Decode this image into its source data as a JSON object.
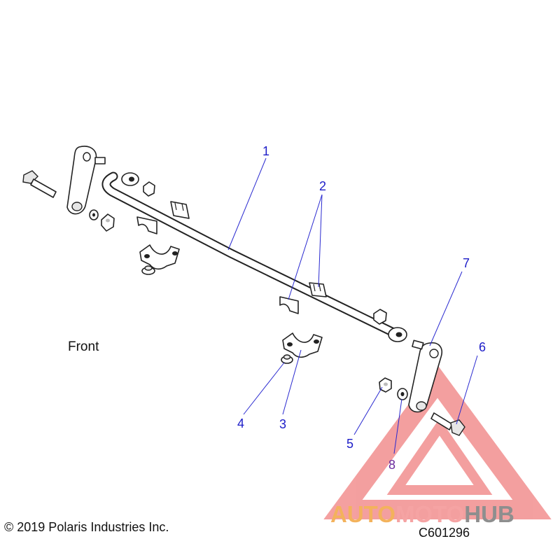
{
  "diagram": {
    "callouts": [
      "1",
      "2",
      "3",
      "4",
      "5",
      "6",
      "7",
      "8"
    ],
    "front_label": "Front",
    "copyright": "© 2019 Polaris Industries Inc.",
    "drawing_code": "C601296"
  },
  "watermark": {
    "word_auto": "AUTO",
    "word_moto": "MOTO",
    "word_hub": "HUB",
    "colors": {
      "auto": "#f3b25c",
      "moto": "#f5a3a3",
      "hub": "#8e8e8e",
      "triangle": "#f08080"
    }
  }
}
